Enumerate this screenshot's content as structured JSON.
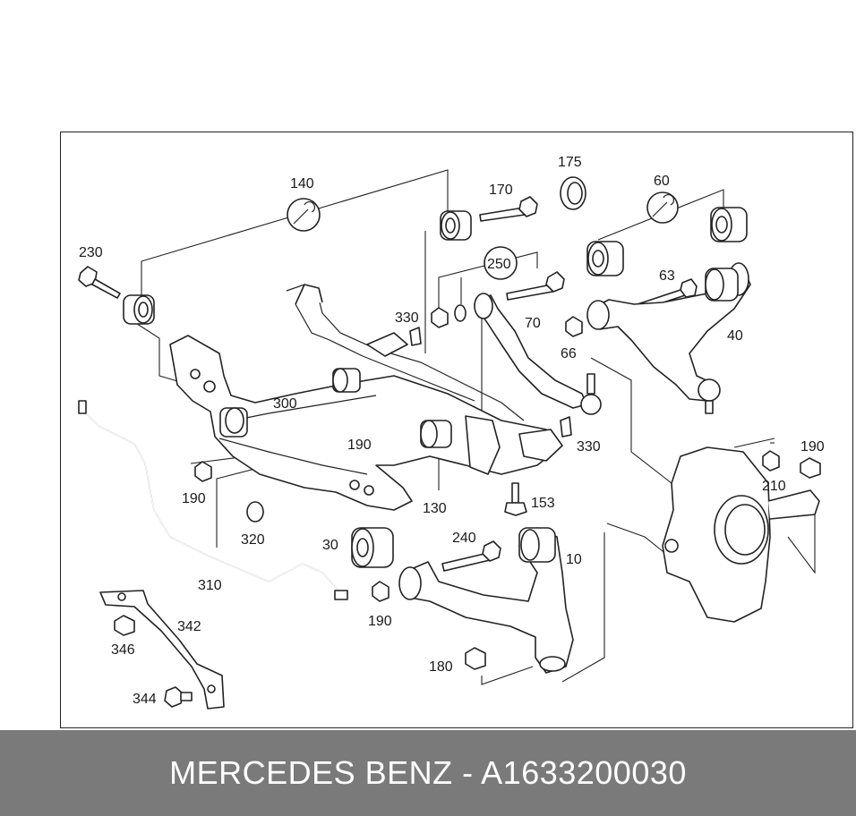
{
  "diagram": {
    "callouts": [
      {
        "id": "140",
        "text": "140"
      },
      {
        "id": "170",
        "text": "170"
      },
      {
        "id": "175",
        "text": "175"
      },
      {
        "id": "60",
        "text": "60"
      },
      {
        "id": "230",
        "text": "230"
      },
      {
        "id": "250",
        "text": "250"
      },
      {
        "id": "63",
        "text": "63"
      },
      {
        "id": "330a",
        "text": "330"
      },
      {
        "id": "70",
        "text": "70"
      },
      {
        "id": "66",
        "text": "66"
      },
      {
        "id": "40",
        "text": "40"
      },
      {
        "id": "300",
        "text": "300"
      },
      {
        "id": "190a",
        "text": "190"
      },
      {
        "id": "330b",
        "text": "330"
      },
      {
        "id": "190b",
        "text": "190"
      },
      {
        "id": "190c",
        "text": "190"
      },
      {
        "id": "210",
        "text": "210"
      },
      {
        "id": "153",
        "text": "153"
      },
      {
        "id": "130",
        "text": "130"
      },
      {
        "id": "320",
        "text": "320"
      },
      {
        "id": "30",
        "text": "30"
      },
      {
        "id": "240",
        "text": "240"
      },
      {
        "id": "10",
        "text": "10"
      },
      {
        "id": "310",
        "text": "310"
      },
      {
        "id": "190d",
        "text": "190"
      },
      {
        "id": "342",
        "text": "342"
      },
      {
        "id": "346",
        "text": "346"
      },
      {
        "id": "180",
        "text": "180"
      },
      {
        "id": "344",
        "text": "344"
      }
    ]
  },
  "footer": {
    "caption": "MERCEDES BENZ - A1633200030"
  },
  "colors": {
    "footer_background": "#7a7a7a",
    "footer_text": "#ffffff",
    "line_art": "#222222"
  }
}
